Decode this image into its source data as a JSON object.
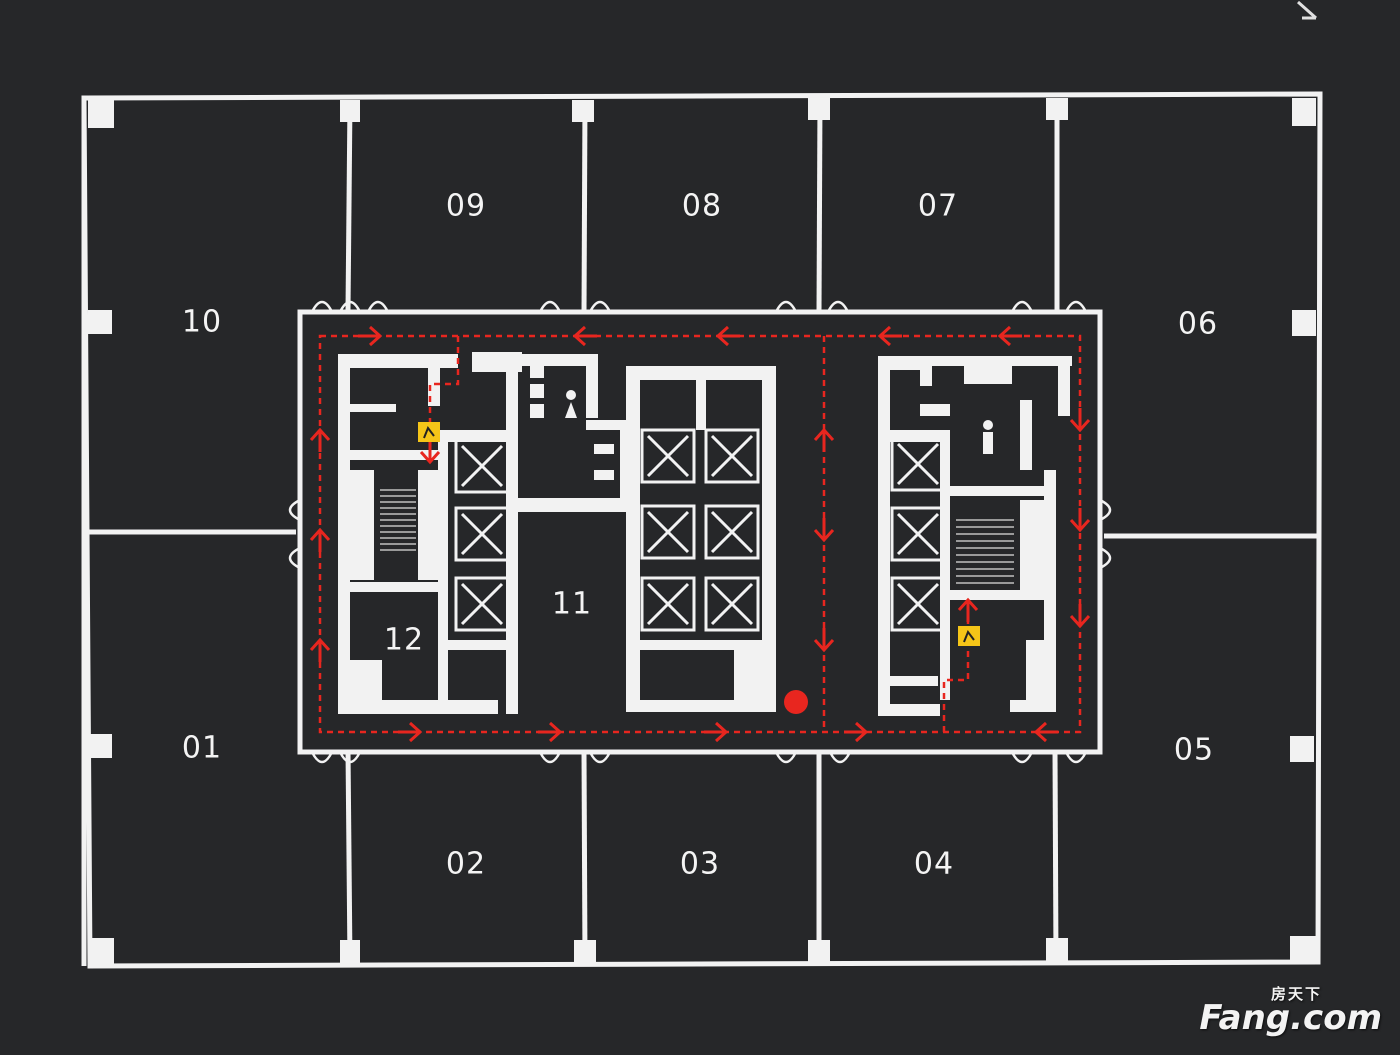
{
  "floorplan": {
    "units": [
      {
        "id": "u01",
        "label": "01"
      },
      {
        "id": "u02",
        "label": "02"
      },
      {
        "id": "u03",
        "label": "03"
      },
      {
        "id": "u04",
        "label": "04"
      },
      {
        "id": "u05",
        "label": "05"
      },
      {
        "id": "u06",
        "label": "06"
      },
      {
        "id": "u07",
        "label": "07"
      },
      {
        "id": "u08",
        "label": "08"
      },
      {
        "id": "u09",
        "label": "09"
      },
      {
        "id": "u10",
        "label": "10"
      },
      {
        "id": "u11",
        "label": "11"
      },
      {
        "id": "u12",
        "label": "12"
      }
    ],
    "symbols": {
      "exit_sign": "exit-sign-icon",
      "elevator": "elevator-icon",
      "restroom_female": "female-restroom-icon",
      "restroom_male": "male-restroom-icon",
      "you_are_here": "you-are-here-marker"
    },
    "colors": {
      "background": "#262729",
      "walls": "#f2f2f2",
      "evacuation_route": "#e8261f",
      "exit_sign": "#f5c518"
    }
  },
  "watermark": {
    "cn": "房天下",
    "en": "Fang.com"
  }
}
